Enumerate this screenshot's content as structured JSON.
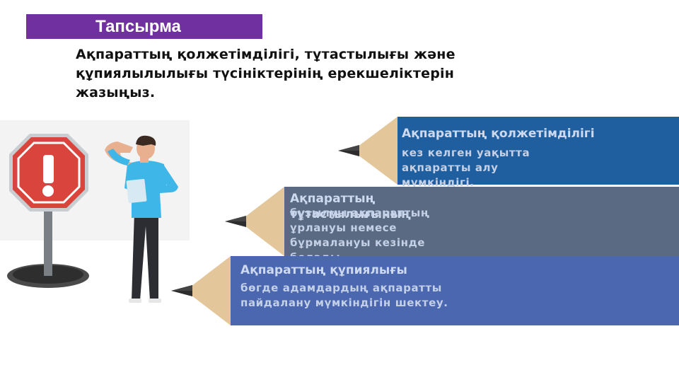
{
  "banner": {
    "title": "Тапсырма"
  },
  "task": {
    "line1": "Ақпараттың қолжетімділігі, тұтастылығы және",
    "line2": "құпиялылылығы түсініктерінің ерекшеліктерін",
    "line3": "жазыңыз."
  },
  "cards": [
    {
      "title": "Ақпараттың қолжетімділігі",
      "body1": "кез келген уақытта",
      "body2": "ақпаратты алу",
      "body3": "мүмкіндігі."
    },
    {
      "title1": "Ақпараттың",
      "title2": "тұтастылығының",
      "body1": "бұзылуы ақпараттың",
      "body2": "ұрлануы немесе",
      "body3": "бұрмалануы кезінде",
      "body4": "болады."
    },
    {
      "title": "Ақпараттың құпиялығы",
      "body1": "бөгде адамдардың  ақпаратты",
      "body2": "пайдалану мүмкіндігін шектеу."
    }
  ],
  "colors": {
    "banner": "#7030a0",
    "card1": "#1f5fa0",
    "card2": "#5a6a82",
    "card3": "#4a67b0",
    "pencil_wood": "#e3c79a",
    "sign_red": "#d9453d"
  },
  "icons": [
    "stop-sign-exclamation-icon",
    "thinking-man-illustration",
    "pencil-tip-icon"
  ]
}
